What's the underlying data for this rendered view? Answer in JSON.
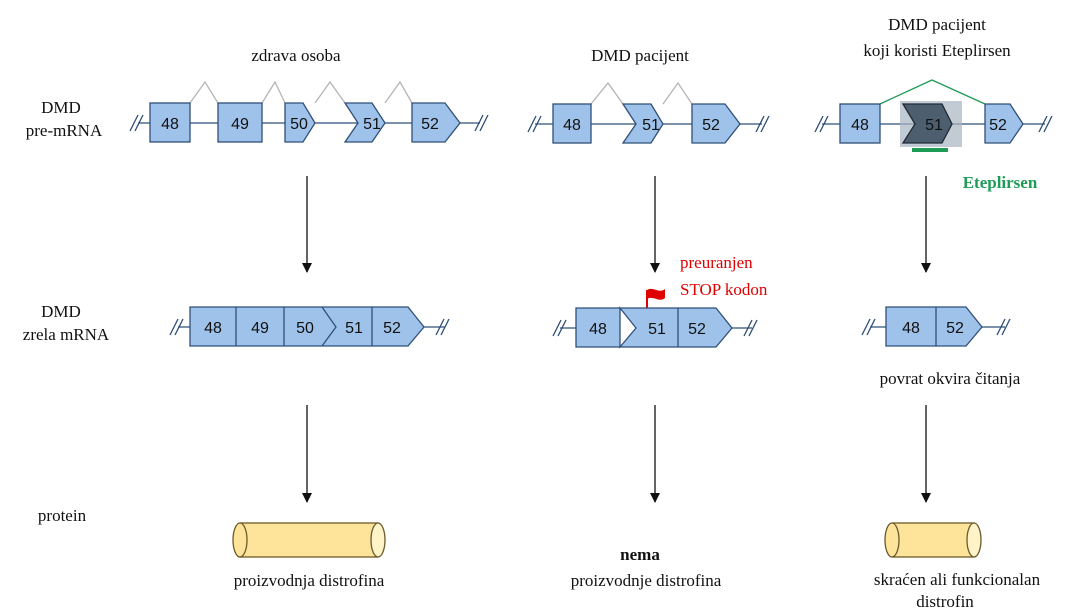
{
  "columns": {
    "healthy": {
      "title": "zdrava osoba"
    },
    "patient": {
      "title": "DMD pacijent"
    },
    "treated": {
      "title_line1": "DMD pacijent",
      "title_line2": "koji  koristi  Eteplirsen"
    }
  },
  "row_labels": {
    "pre_mrna_line1": "DMD",
    "pre_mrna_line2": "pre-mRNA",
    "mature_line1": "DMD",
    "mature_line2": "zrela mRNA",
    "protein": "protein"
  },
  "exons": {
    "healthy_pre": [
      "48",
      "49",
      "50",
      "51",
      "52"
    ],
    "patient_pre": [
      "48",
      "51",
      "52"
    ],
    "treated_pre": [
      "48",
      "51",
      "52"
    ],
    "healthy_mature": [
      "48",
      "49",
      "50",
      "51",
      "52"
    ],
    "patient_mature": [
      "48",
      "51",
      "52"
    ],
    "treated_mature": [
      "48",
      "52"
    ]
  },
  "annotations": {
    "drug": "Eteplirsen",
    "stop_line1": "preuranjen",
    "stop_line2": "STOP kodon",
    "reading_frame": "povrat okvira čitanja"
  },
  "outcomes": {
    "healthy": "proizvodnja distrofina",
    "patient_line1": "nema",
    "patient_line2": "proizvodnje distrofina",
    "treated_line1": "skraćen ali funkcionalan",
    "treated_line2": "distrofin"
  },
  "colors": {
    "exon_fill": "#9ec2ea",
    "exon_stroke": "#2f4f78",
    "exon_skipped": "#4d5e6e",
    "splice_line": "#b5b5b5",
    "eteplirsen": "#1e9b55",
    "stop": "#e00000",
    "protein_fill": "#fde49a",
    "protein_stroke": "#6b5a2a"
  }
}
